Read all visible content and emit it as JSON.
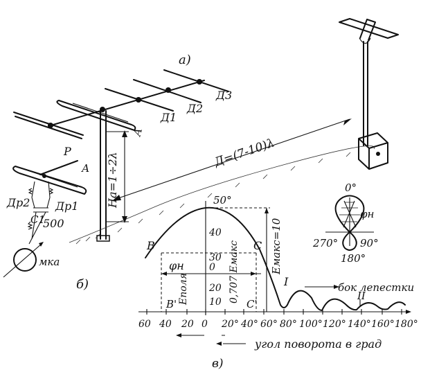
{
  "labels": {
    "part_a": "а)",
    "part_b": "б)",
    "part_v": "в)",
    "reflector": "Р",
    "director1": "Д1",
    "director2": "Д2",
    "director3": "Д3",
    "active": "А",
    "active_b": "А",
    "mast_height": "Hа=1÷2λ",
    "distance": "Д=(7-10)λ",
    "choke2": "Др2",
    "choke1": "Др1",
    "cap": "C1",
    "cap_value": "500",
    "meter": "мка"
  },
  "chart": {
    "peak_angle": "50°",
    "point_b": "B",
    "point_c": "C",
    "point_b2": "B'",
    "point_c2": "C'",
    "phi_h": "φн",
    "e_max_10": "Eмакс=10",
    "e_max_0707": "0,707 Eмакс",
    "e_field": "Eполя",
    "lobe_label": "бок лепестки",
    "lobe_1": "I",
    "lobe_2": "II",
    "x_axis_label": "угол поворота в град",
    "y_ticks": [
      "10",
      "20",
      "0",
      "30",
      "40"
    ],
    "x_ticks": [
      "60",
      "40",
      "20",
      "0",
      "20°",
      "40°",
      "60°",
      "80°",
      "100°",
      "120°",
      "140°",
      "160°",
      "180°"
    ]
  },
  "polar": {
    "top": "0°",
    "left": "270°",
    "right": "90°",
    "bottom": "180°",
    "phi": "φн"
  }
}
